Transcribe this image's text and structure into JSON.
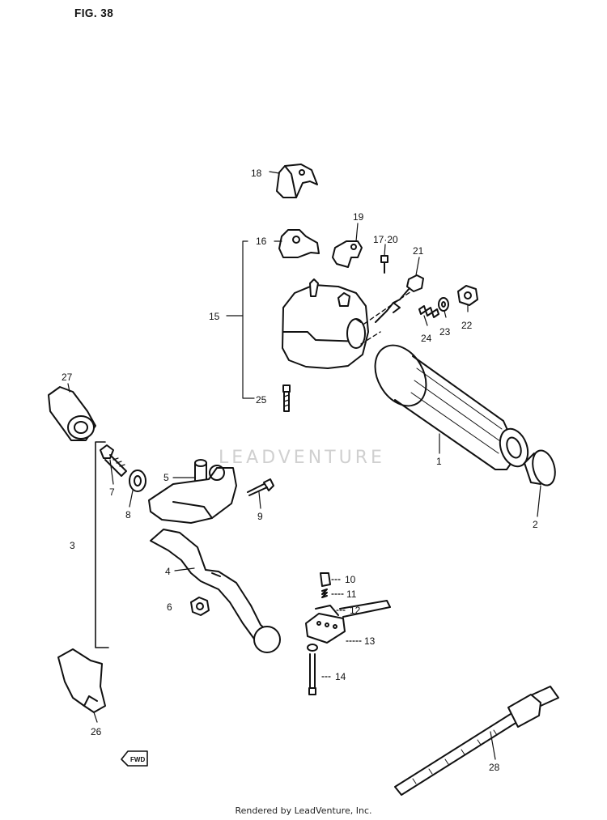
{
  "figure": {
    "title": "FIG. 38"
  },
  "watermark": {
    "text": "LEADVENTURE"
  },
  "footer": {
    "text": "Rendered by LeadVenture, Inc."
  },
  "fwd_label": "FWD",
  "callouts": {
    "c1": "1",
    "c2": "2",
    "c3": "3",
    "c4": "4",
    "c5": "5",
    "c6": "6",
    "c7": "7",
    "c8": "8",
    "c9": "9",
    "c10": "10",
    "c11": "11",
    "c12": "12",
    "c13": "13",
    "c14": "14",
    "c15": "15",
    "c16": "16",
    "c17_20": "17·20",
    "c18": "18",
    "c19": "19",
    "c21": "21",
    "c22": "22",
    "c23": "23",
    "c24": "24",
    "c25": "25",
    "c26": "26",
    "c27": "27",
    "c28": "28"
  },
  "colors": {
    "ink": "#111111",
    "watermark": "#d0d0d0",
    "background": "#ffffff"
  }
}
